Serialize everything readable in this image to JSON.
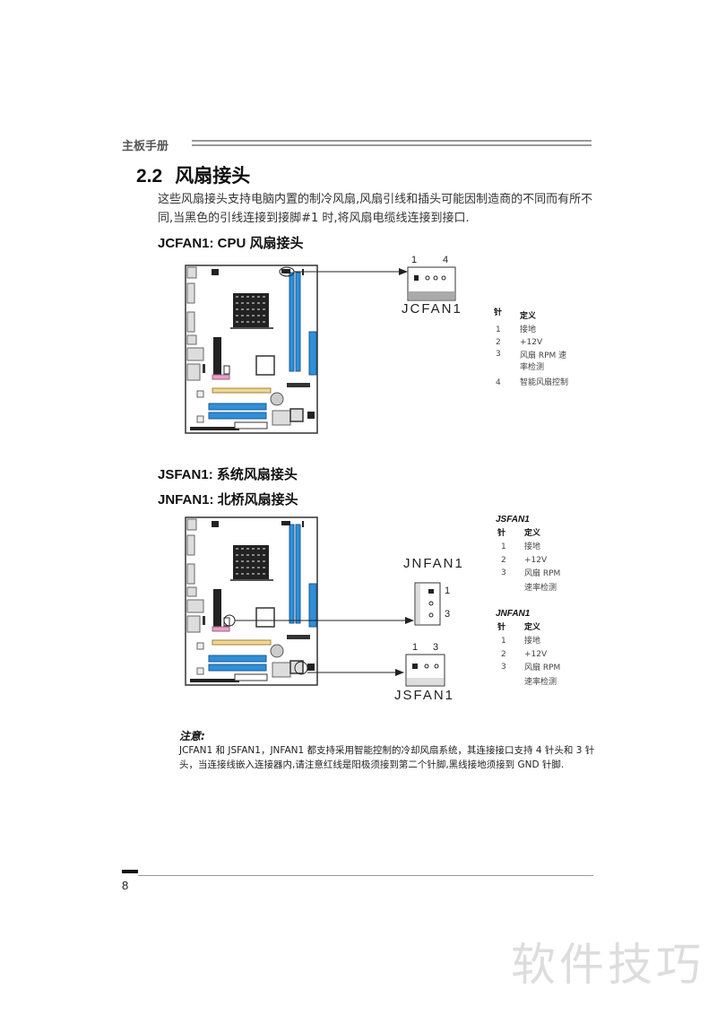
{
  "header": {
    "title": "主板手册"
  },
  "section": {
    "number": "2.2",
    "title": "风扇接头",
    "intro": "这些风扇接头支持电脑内置的制冷风扇,风扇引线和插头可能因制造商的不同而有所不同,当黑色的引线连接到接脚#1 时,将风扇电缆线连接到接口."
  },
  "jcfan": {
    "heading": "JCFAN1: CPU  风扇接头",
    "connector_label": "JCFAN1",
    "pin_first": "1",
    "pin_last": "4",
    "table": {
      "col_pin": "针",
      "col_def": "定义",
      "rows": [
        {
          "pin": "1",
          "def": "接地"
        },
        {
          "pin": "2",
          "def": "+12V"
        },
        {
          "pin": "3",
          "def": "风扇 RPM 速",
          "def2": "率检测"
        },
        {
          "pin": "4",
          "def": "智能风扇控制"
        }
      ]
    }
  },
  "jsfan_heading": "JSFAN1:  系统风扇接头",
  "jnfan_heading": "JNFAN1:  北桥风扇接头",
  "jnfan": {
    "connector_label": "JNFAN1",
    "pin_first": "1",
    "pin_last": "3"
  },
  "jsfan": {
    "connector_label": "JSFAN1",
    "pin_first": "1",
    "pin_last": "3"
  },
  "tables": [
    {
      "name": "JSFAN1",
      "col_pin": "针",
      "col_def": "定义",
      "rows": [
        {
          "pin": "1",
          "def": "接地"
        },
        {
          "pin": "2",
          "def": "+12V"
        },
        {
          "pin": "3",
          "def": "风扇 RPM",
          "def2": "速率检测"
        }
      ]
    },
    {
      "name": "JNFAN1",
      "col_pin": "针",
      "col_def": "定义",
      "rows": [
        {
          "pin": "1",
          "def": "接地"
        },
        {
          "pin": "2",
          "def": "+12V"
        },
        {
          "pin": "3",
          "def": "风扇 RPM",
          "def2": "速率检测"
        }
      ]
    }
  ],
  "note": {
    "title": "注意:",
    "text": "JCFAN1 和 JSFAN1，JNFAN1 都支持采用智能控制的冷却风扇系统，其连接接口支持 4 针头和 3 针头，当连接线嵌入连接器内,请注意红线是阳极须接到第二个针脚,黑线接地须接到 GND 针脚."
  },
  "footer": {
    "page_number": "8"
  },
  "watermark": "软件技巧",
  "colors": {
    "slot_blue": "#2f8fd8",
    "slot_yellow": "#f0d890",
    "header_pink": "#e8a0c8"
  }
}
